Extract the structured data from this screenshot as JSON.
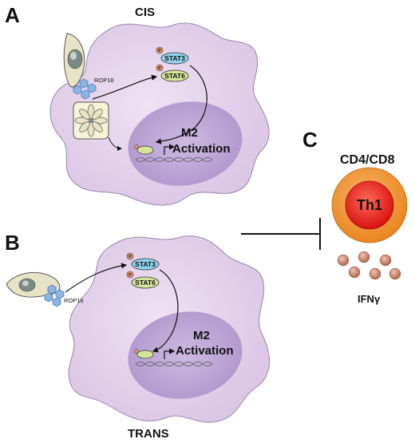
{
  "panels": {
    "a": {
      "letter": "A",
      "title": "CIS",
      "rop": "ROP16",
      "stat3": "STAT3",
      "stat6": "STAT6",
      "m2": "M2",
      "activation": "Activation",
      "p": "P"
    },
    "b": {
      "letter": "B",
      "title": "TRANS",
      "rop": "ROP16",
      "stat3": "STAT3",
      "stat6": "STAT6",
      "m2": "M2",
      "activation": "Activation",
      "p": "P"
    },
    "c": {
      "letter": "C",
      "cell_label": "CD4/CD8",
      "cell_type": "Th1",
      "cytokine": "IFNγ"
    }
  },
  "colors": {
    "macrophage": "#e4d2ea",
    "nucleus": "#b9a2d3",
    "stat3": "#8fd3ee",
    "stat6": "#d4e59a",
    "phospho": "#e3916a",
    "parasite": "#e7e2c8",
    "vacuole": "#f7f3d9",
    "th1_outer": "#f29a3c",
    "th1_inner": "#e8201e",
    "ifng": "#cf8c78",
    "rop_crystal": "#8ab6e6"
  }
}
